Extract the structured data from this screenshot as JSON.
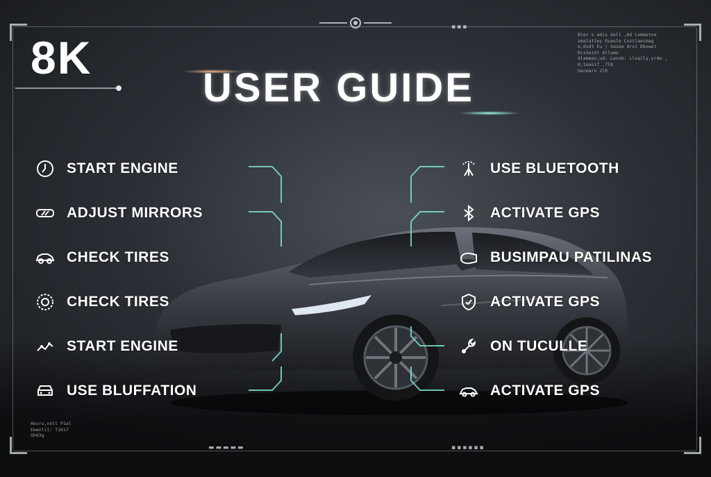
{
  "brand": "8K",
  "title": "USER GUIDE",
  "accent": "#7fe3d2",
  "left_items": [
    {
      "label": "START ENGINE",
      "icon": "ignition-icon"
    },
    {
      "label": "ADJUST MIRRORS",
      "icon": "mirror-icon"
    },
    {
      "label": "CHECK TIRES",
      "icon": "car-side-icon"
    },
    {
      "label": "CHECK TIRES",
      "icon": "tire-icon"
    },
    {
      "label": "START ENGINE",
      "icon": "connector-icon"
    },
    {
      "label": "USE BLUFFATION",
      "icon": "car-front-icon"
    }
  ],
  "right_items": [
    {
      "label": "USE BLUETOOTH",
      "icon": "signal-icon"
    },
    {
      "label": "ACTIVATE GPS",
      "icon": "bluetooth-icon"
    },
    {
      "label": "BUSIMPAU PATILINAS",
      "icon": "headlight-icon"
    },
    {
      "label": "ACTIVATE GPS",
      "icon": "shield-icon"
    },
    {
      "label": "ON TUCULLE",
      "icon": "wrench-icon"
    },
    {
      "label": "ACTIVATE GPS",
      "icon": "car-outline-icon"
    }
  ],
  "spec_text": [
    "Bier s adis dall ,Ad Lemmetne",
    "nmalattey Euaule Coztlaesmag",
    "e,dsdt Eu | Sauoe drsi Dbowet",
    "Risteint Allumo",
    "Alammas,ud: Lenob: Lloqily,yrde ,",
    "0,teasif ,7l8",
    "Gecmarn 2l0"
  ],
  "footer_text": [
    "Akuru,nolt P1al",
    "Emenlit: T1617",
    "Gh03g"
  ]
}
